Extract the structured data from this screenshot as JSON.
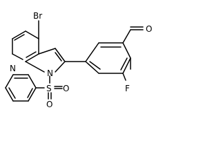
{
  "atoms": {
    "bromine": "Br",
    "pyridine_n": "N",
    "pyrrole_n": "N",
    "aldehyde_o": "O",
    "fluorine": "F",
    "sulfur": "S",
    "sulfonyl_o_left": "O",
    "sulfonyl_o_bottom": "O"
  }
}
